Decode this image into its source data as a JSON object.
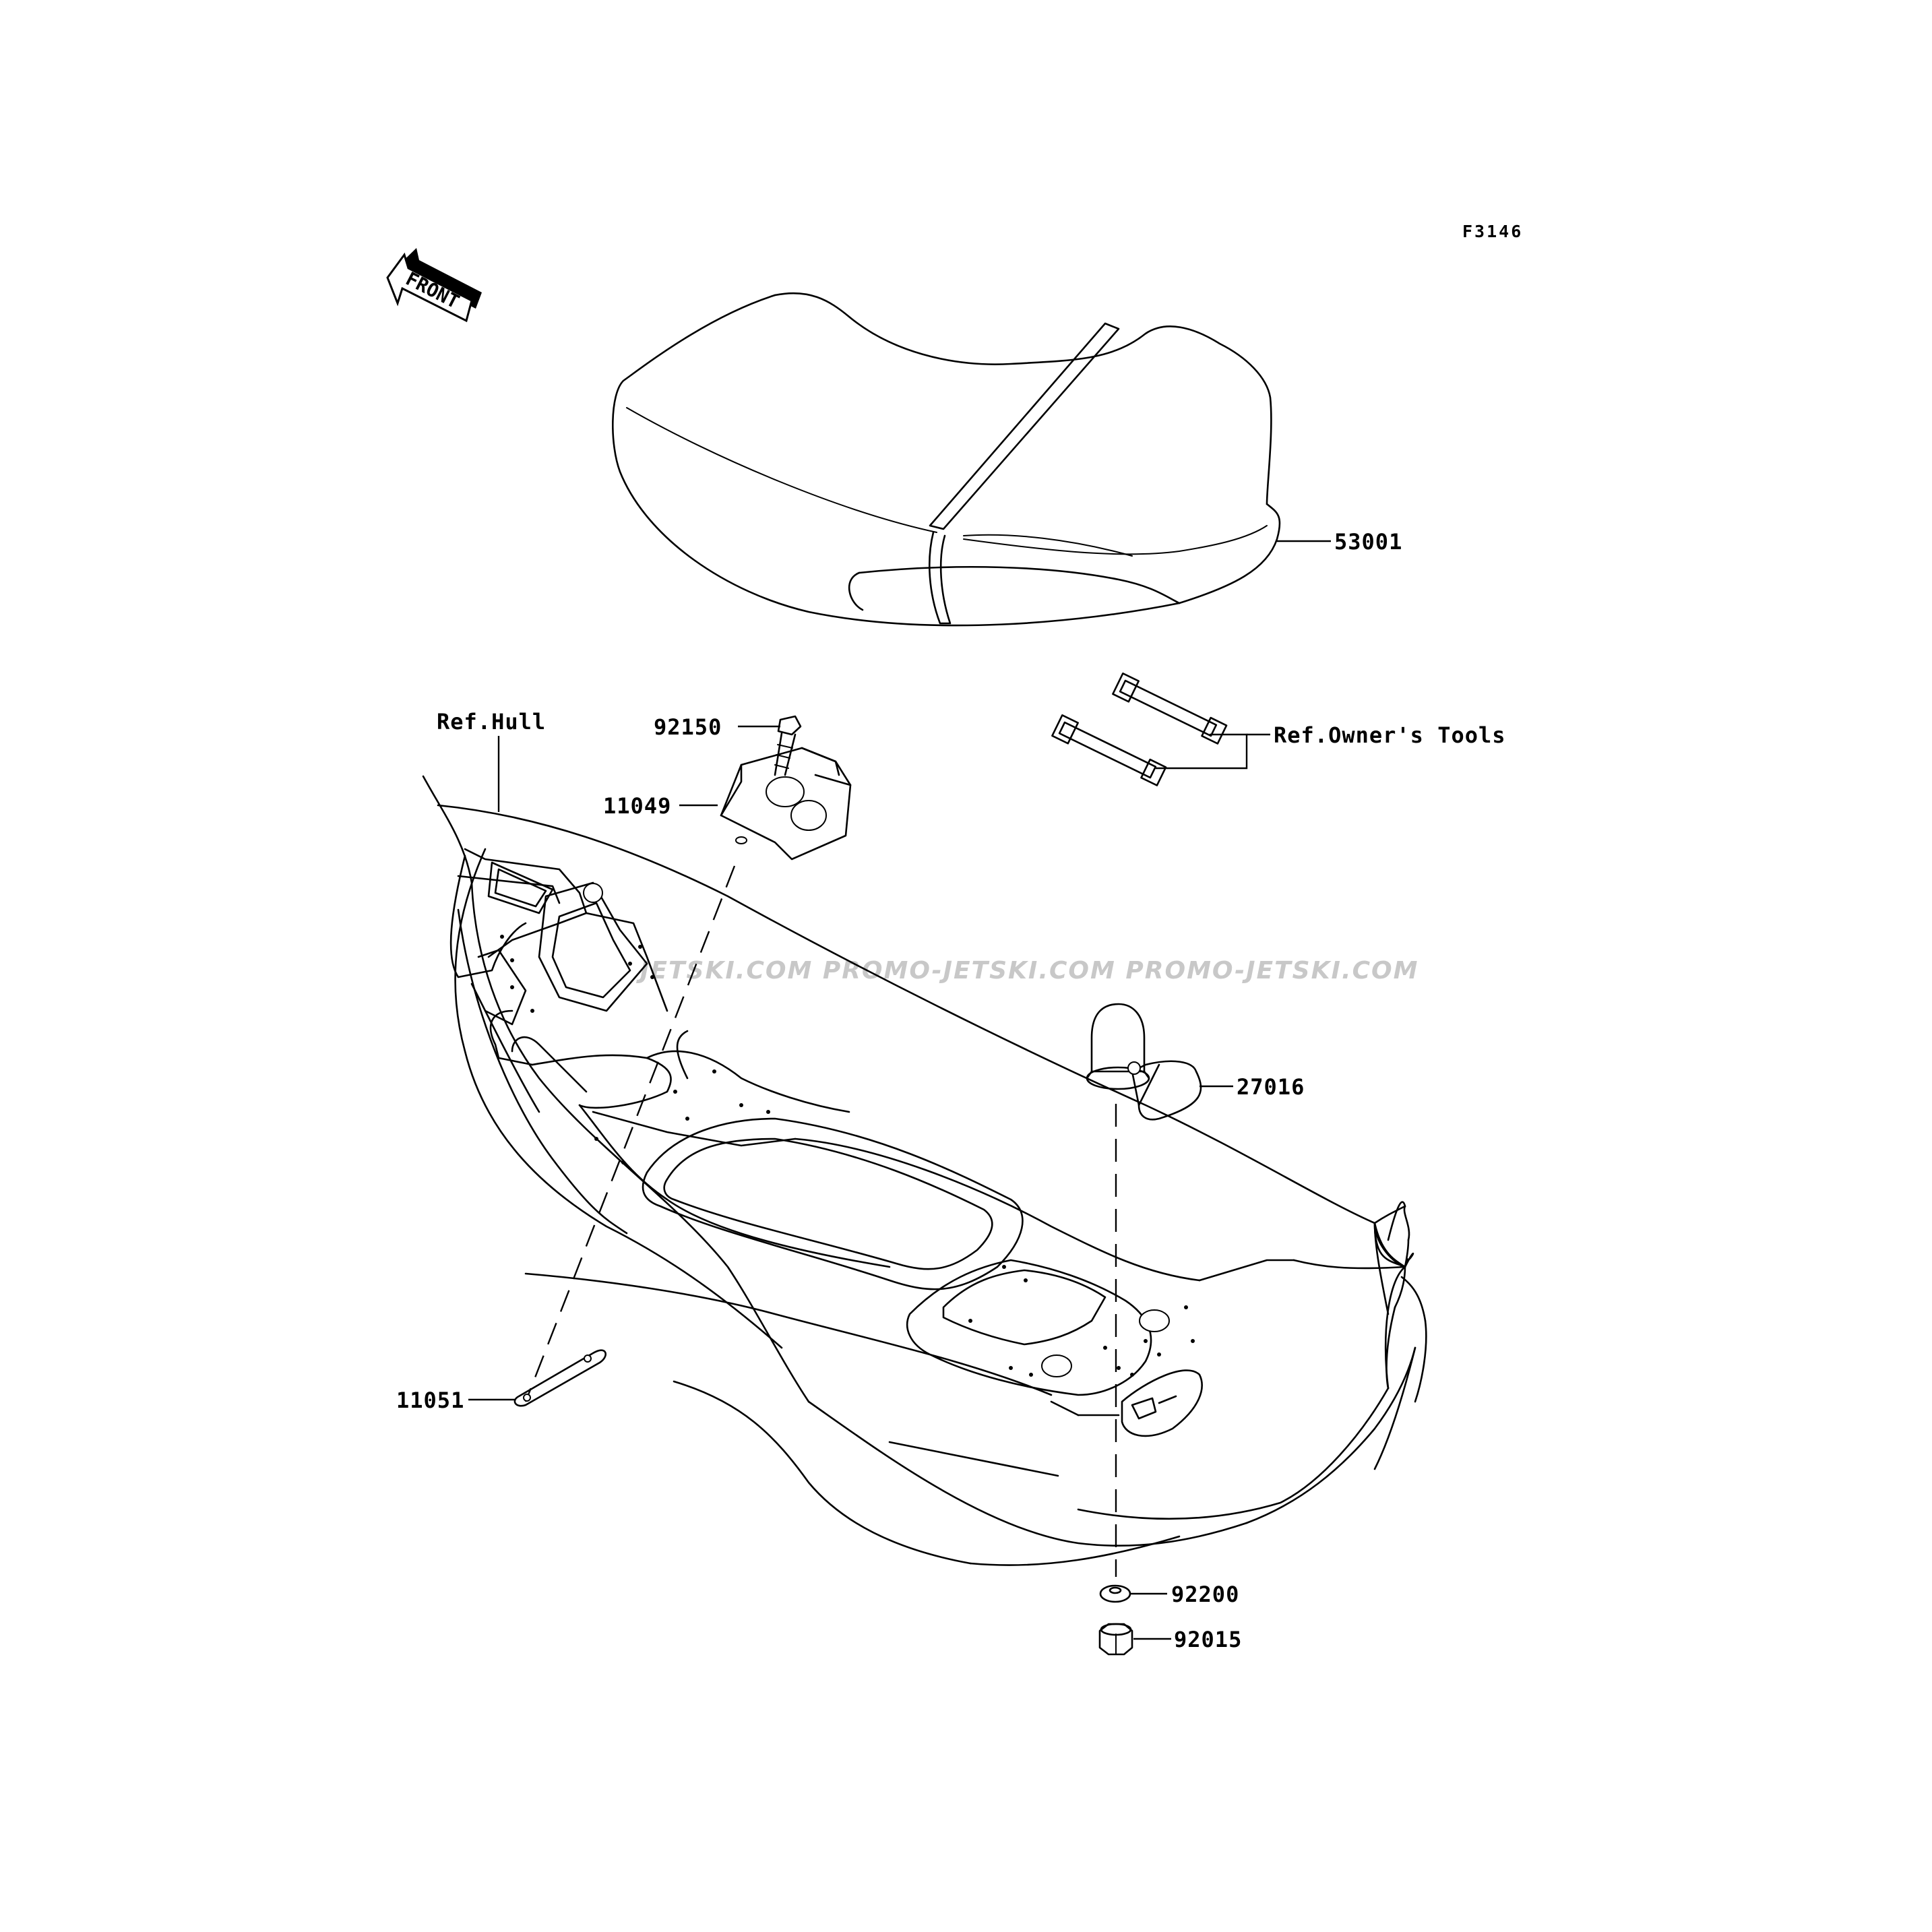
{
  "figure_code": "F3146",
  "front_marker": "FRONT",
  "watermark": "JETSKI.COM   PROMO-JETSKI.COM   PROMO-JETSKI.COM",
  "parts": {
    "seat": "53001",
    "ref_owners_tools": "Ref.Owner's Tools",
    "ref_hull": "Ref.Hull",
    "bolt": "92150",
    "bracket": "11049",
    "cap": "27016",
    "plate": "11051",
    "washer": "92200",
    "nut": "92015"
  }
}
